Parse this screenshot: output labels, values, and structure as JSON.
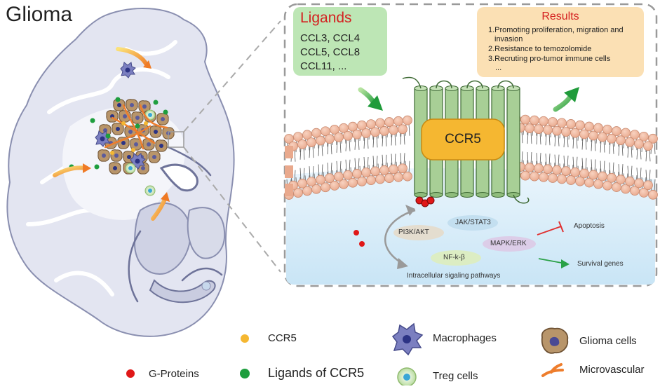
{
  "title": "Glioma",
  "ligands": {
    "title": "Ligands",
    "lines": [
      "CCL3, CCL4",
      "CCL5, CCL8",
      "CCL11, ..."
    ]
  },
  "results": {
    "title": "Results",
    "lines": [
      "1.Promoting proliferation, migration and",
      "invasion",
      "2.Resistance to temozolomide",
      "3.Recruting pro-tumor immune cells",
      "..."
    ]
  },
  "receptor_label": "CCR5",
  "pathways": {
    "pi3k": "PI3K/AKT",
    "jak": "JAK/STAT3",
    "nfkb": "NF-k-β",
    "mapk": "MAPK/ERK",
    "caption": "Intracellular sigaling pathways",
    "apoptosis": "Apoptosis",
    "survival": "Survival genes"
  },
  "legend": {
    "ccr5": "CCR5",
    "g_proteins": "G-Proteins",
    "ligands_of_ccr5": "Ligands of CCR5",
    "macrophages": "Macrophages",
    "treg_cells": "Treg cells",
    "glioma_cells": "Glioma cells",
    "microvascular": "Microvascular"
  },
  "colors": {
    "ccr5": "#f5b731",
    "g_protein": "#e01818",
    "ligand": "#1e9e3e",
    "macrophage": "#6f73b5",
    "glioma_cell": "#b8956a",
    "treg": "#cfe6b0",
    "microvascular": "#ee7d2c",
    "membrane_head": "#f3b79f",
    "cytoplasm": "#d6ecf8",
    "helix": "#a8cf96",
    "brain": "#e2e4f0"
  }
}
